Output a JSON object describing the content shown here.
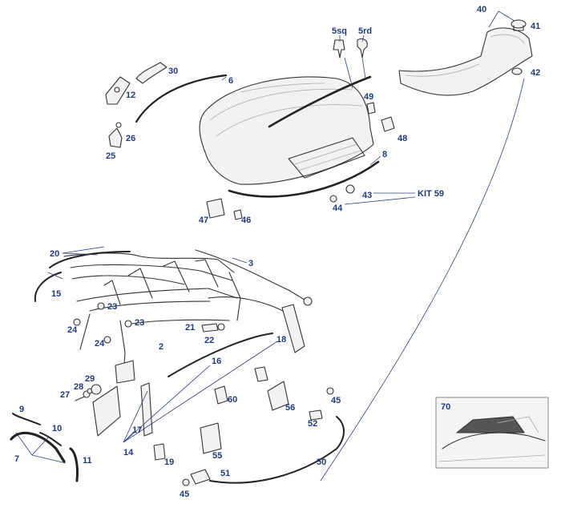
{
  "callouts": [
    {
      "id": "40",
      "text": "40"
    },
    {
      "id": "41",
      "text": "41"
    },
    {
      "id": "42",
      "text": "42"
    },
    {
      "id": "5sq",
      "text": "5sq"
    },
    {
      "id": "5rd",
      "text": "5rd"
    },
    {
      "id": "30",
      "text": "30"
    },
    {
      "id": "6",
      "text": "6"
    },
    {
      "id": "12",
      "text": "12"
    },
    {
      "id": "49",
      "text": "49"
    },
    {
      "id": "48",
      "text": "48"
    },
    {
      "id": "26",
      "text": "26"
    },
    {
      "id": "25",
      "text": "25"
    },
    {
      "id": "8",
      "text": "8"
    },
    {
      "id": "43",
      "text": "43"
    },
    {
      "id": "kit59",
      "text": "KIT 59"
    },
    {
      "id": "44",
      "text": "44"
    },
    {
      "id": "47",
      "text": "47"
    },
    {
      "id": "46",
      "text": "46"
    },
    {
      "id": "20",
      "text": "20"
    },
    {
      "id": "3",
      "text": "3"
    },
    {
      "id": "15",
      "text": "15"
    },
    {
      "id": "23a",
      "text": "23"
    },
    {
      "id": "24a",
      "text": "24"
    },
    {
      "id": "23b",
      "text": "23"
    },
    {
      "id": "21",
      "text": "21"
    },
    {
      "id": "24b",
      "text": "24"
    },
    {
      "id": "22",
      "text": "22"
    },
    {
      "id": "2",
      "text": "2"
    },
    {
      "id": "18",
      "text": "18"
    },
    {
      "id": "16",
      "text": "16"
    },
    {
      "id": "29",
      "text": "29"
    },
    {
      "id": "28",
      "text": "28"
    },
    {
      "id": "27",
      "text": "27"
    },
    {
      "id": "60",
      "text": "60"
    },
    {
      "id": "56",
      "text": "56"
    },
    {
      "id": "45a",
      "text": "45"
    },
    {
      "id": "9",
      "text": "9"
    },
    {
      "id": "10",
      "text": "10"
    },
    {
      "id": "52",
      "text": "52"
    },
    {
      "id": "17",
      "text": "17"
    },
    {
      "id": "14",
      "text": "14"
    },
    {
      "id": "7",
      "text": "7"
    },
    {
      "id": "11",
      "text": "11"
    },
    {
      "id": "19",
      "text": "19"
    },
    {
      "id": "55",
      "text": "55"
    },
    {
      "id": "50",
      "text": "50"
    },
    {
      "id": "51",
      "text": "51"
    },
    {
      "id": "45b",
      "text": "45"
    },
    {
      "id": "70",
      "text": "70"
    }
  ],
  "colors": {
    "label": "#1f3a78",
    "leader": "#2a3f7a",
    "line_art": "#333333",
    "background": "#ffffff"
  }
}
